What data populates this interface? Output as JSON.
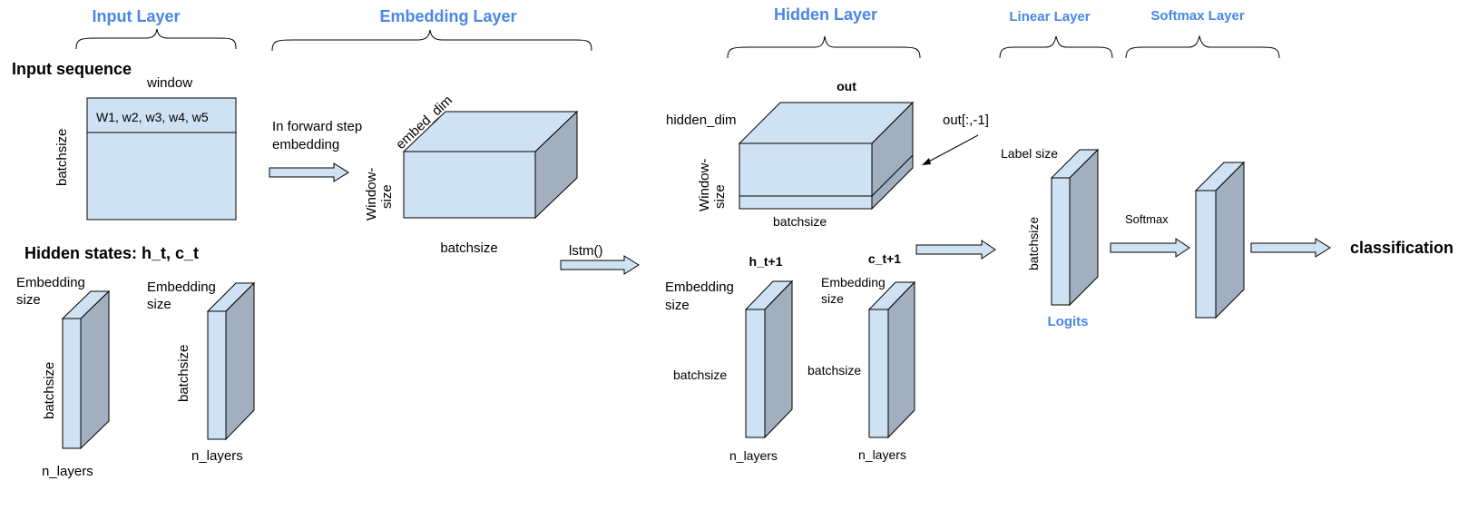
{
  "colors": {
    "header": "#4a86e8",
    "box_face": "#cfe2f3",
    "box_side": "#a2afbe"
  },
  "headers": {
    "input_layer": "Input Layer",
    "embedding_layer": "Embedding Layer",
    "hidden_layer": "Hidden Layer",
    "linear_layer": "Linear Layer",
    "softmax_layer": "Softmax Layer"
  },
  "input": {
    "title": "Input sequence",
    "window": "window",
    "batchsize": "batchsize",
    "words": "W1, w2, w3, w4, w5"
  },
  "embedding": {
    "note_line1": "In forward step",
    "note_line2": "embedding",
    "embed_dim": "embed_dim",
    "window_size_line1": "Window-",
    "window_size_line2": "size",
    "batchsize": "batchsize"
  },
  "hidden_states": {
    "title": "Hidden states: h_t, c_t",
    "h_embedding_line1": "Embedding",
    "h_embedding_line2": "size",
    "h_batchsize": "batchsize",
    "h_nlayers": "n_layers",
    "c_embedding_line1": "Embedding",
    "c_embedding_line2": "size",
    "c_batchsize": "batchsize",
    "c_nlayers": "n_layers"
  },
  "lstm_label": "lstm()",
  "hidden": {
    "out": "out",
    "hidden_dim": "hidden_dim",
    "out_last": "out[:,-1]",
    "window_size_line1": "Window-",
    "window_size_line2": "size",
    "batchsize": "batchsize",
    "h_next": "h_t+1",
    "c_next": "c_t+1",
    "h_embedding_line1": "Embedding",
    "h_embedding_line2": "size",
    "h_batchsize": "batchsize",
    "h_nlayers": "n_layers",
    "c_embedding_line1": "Embedding",
    "c_embedding_line2": "size",
    "c_batchsize": "batchsize",
    "c_nlayers": "n_layers"
  },
  "linear": {
    "label_size": "Label size",
    "batchsize": "batchsize",
    "logits": "Logits"
  },
  "softmax_label": "Softmax",
  "output": "classification"
}
